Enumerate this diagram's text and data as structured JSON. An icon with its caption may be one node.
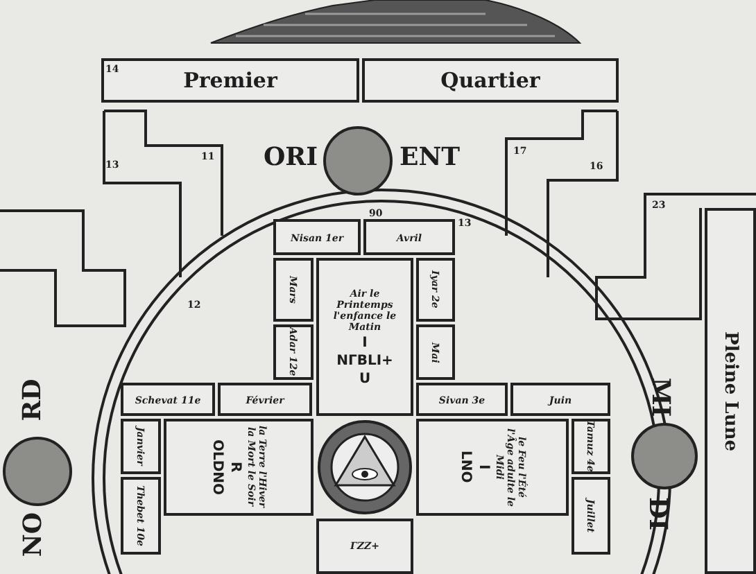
{
  "diagram": {
    "nodes": [
      {
        "text": [],
        "shape": "picture"
      },
      {
        "text": [
          "Premier"
        ]
      },
      {
        "text": [
          "Quartier"
        ]
      },
      {
        "text": [],
        "shape": "circle",
        "beside": [
          "ORI",
          "ENT"
        ]
      },
      {
        "text": [
          "Air le Printemps l'enfance le Matin",
          "I",
          "NΓΒLI+",
          "U"
        ]
      },
      {
        "text": [
          "Nisan 1er"
        ]
      },
      {
        "text": [
          "Avril"
        ]
      },
      {
        "text": [
          "Mars"
        ]
      },
      {
        "text": [
          "Iyar 2e"
        ]
      },
      {
        "text": [
          "Mai"
        ]
      },
      {
        "text": [
          "Adar 12e"
        ]
      },
      {
        "text": [
          "la Terre l'Hiver la Mort le Soir",
          "R",
          "OLDNO"
        ]
      },
      {
        "text": [
          "Schevat 11e"
        ]
      },
      {
        "text": [
          "Février"
        ]
      },
      {
        "text": [
          "Janvier"
        ]
      },
      {
        "text": [
          "Thebet 10e"
        ]
      },
      {
        "text": [
          "le Feu l'Été l'Âge adulte le Midi",
          "I",
          "LNO"
        ]
      },
      {
        "text": [
          "Sivan 3e"
        ]
      },
      {
        "text": [
          "Juin"
        ]
      },
      {
        "text": [
          "Tamuz 4e"
        ]
      },
      {
        "text": [
          "Juillet"
        ]
      },
      {
        "text": [
          "ГZZ+"
        ]
      },
      {
        "text": [],
        "shape": "picture"
      },
      {
        "text": [],
        "shape": "circle",
        "beside": [
          "NO",
          "RD"
        ]
      },
      {
        "text": [],
        "shape": "circle",
        "beside": [
          "MI",
          "DI"
        ]
      },
      {
        "text": [
          "Pleine Lune"
        ]
      }
    ],
    "labels": [
      "14",
      "13",
      "13",
      "11",
      "17",
      "16",
      "90",
      "23",
      "12"
    ]
  }
}
